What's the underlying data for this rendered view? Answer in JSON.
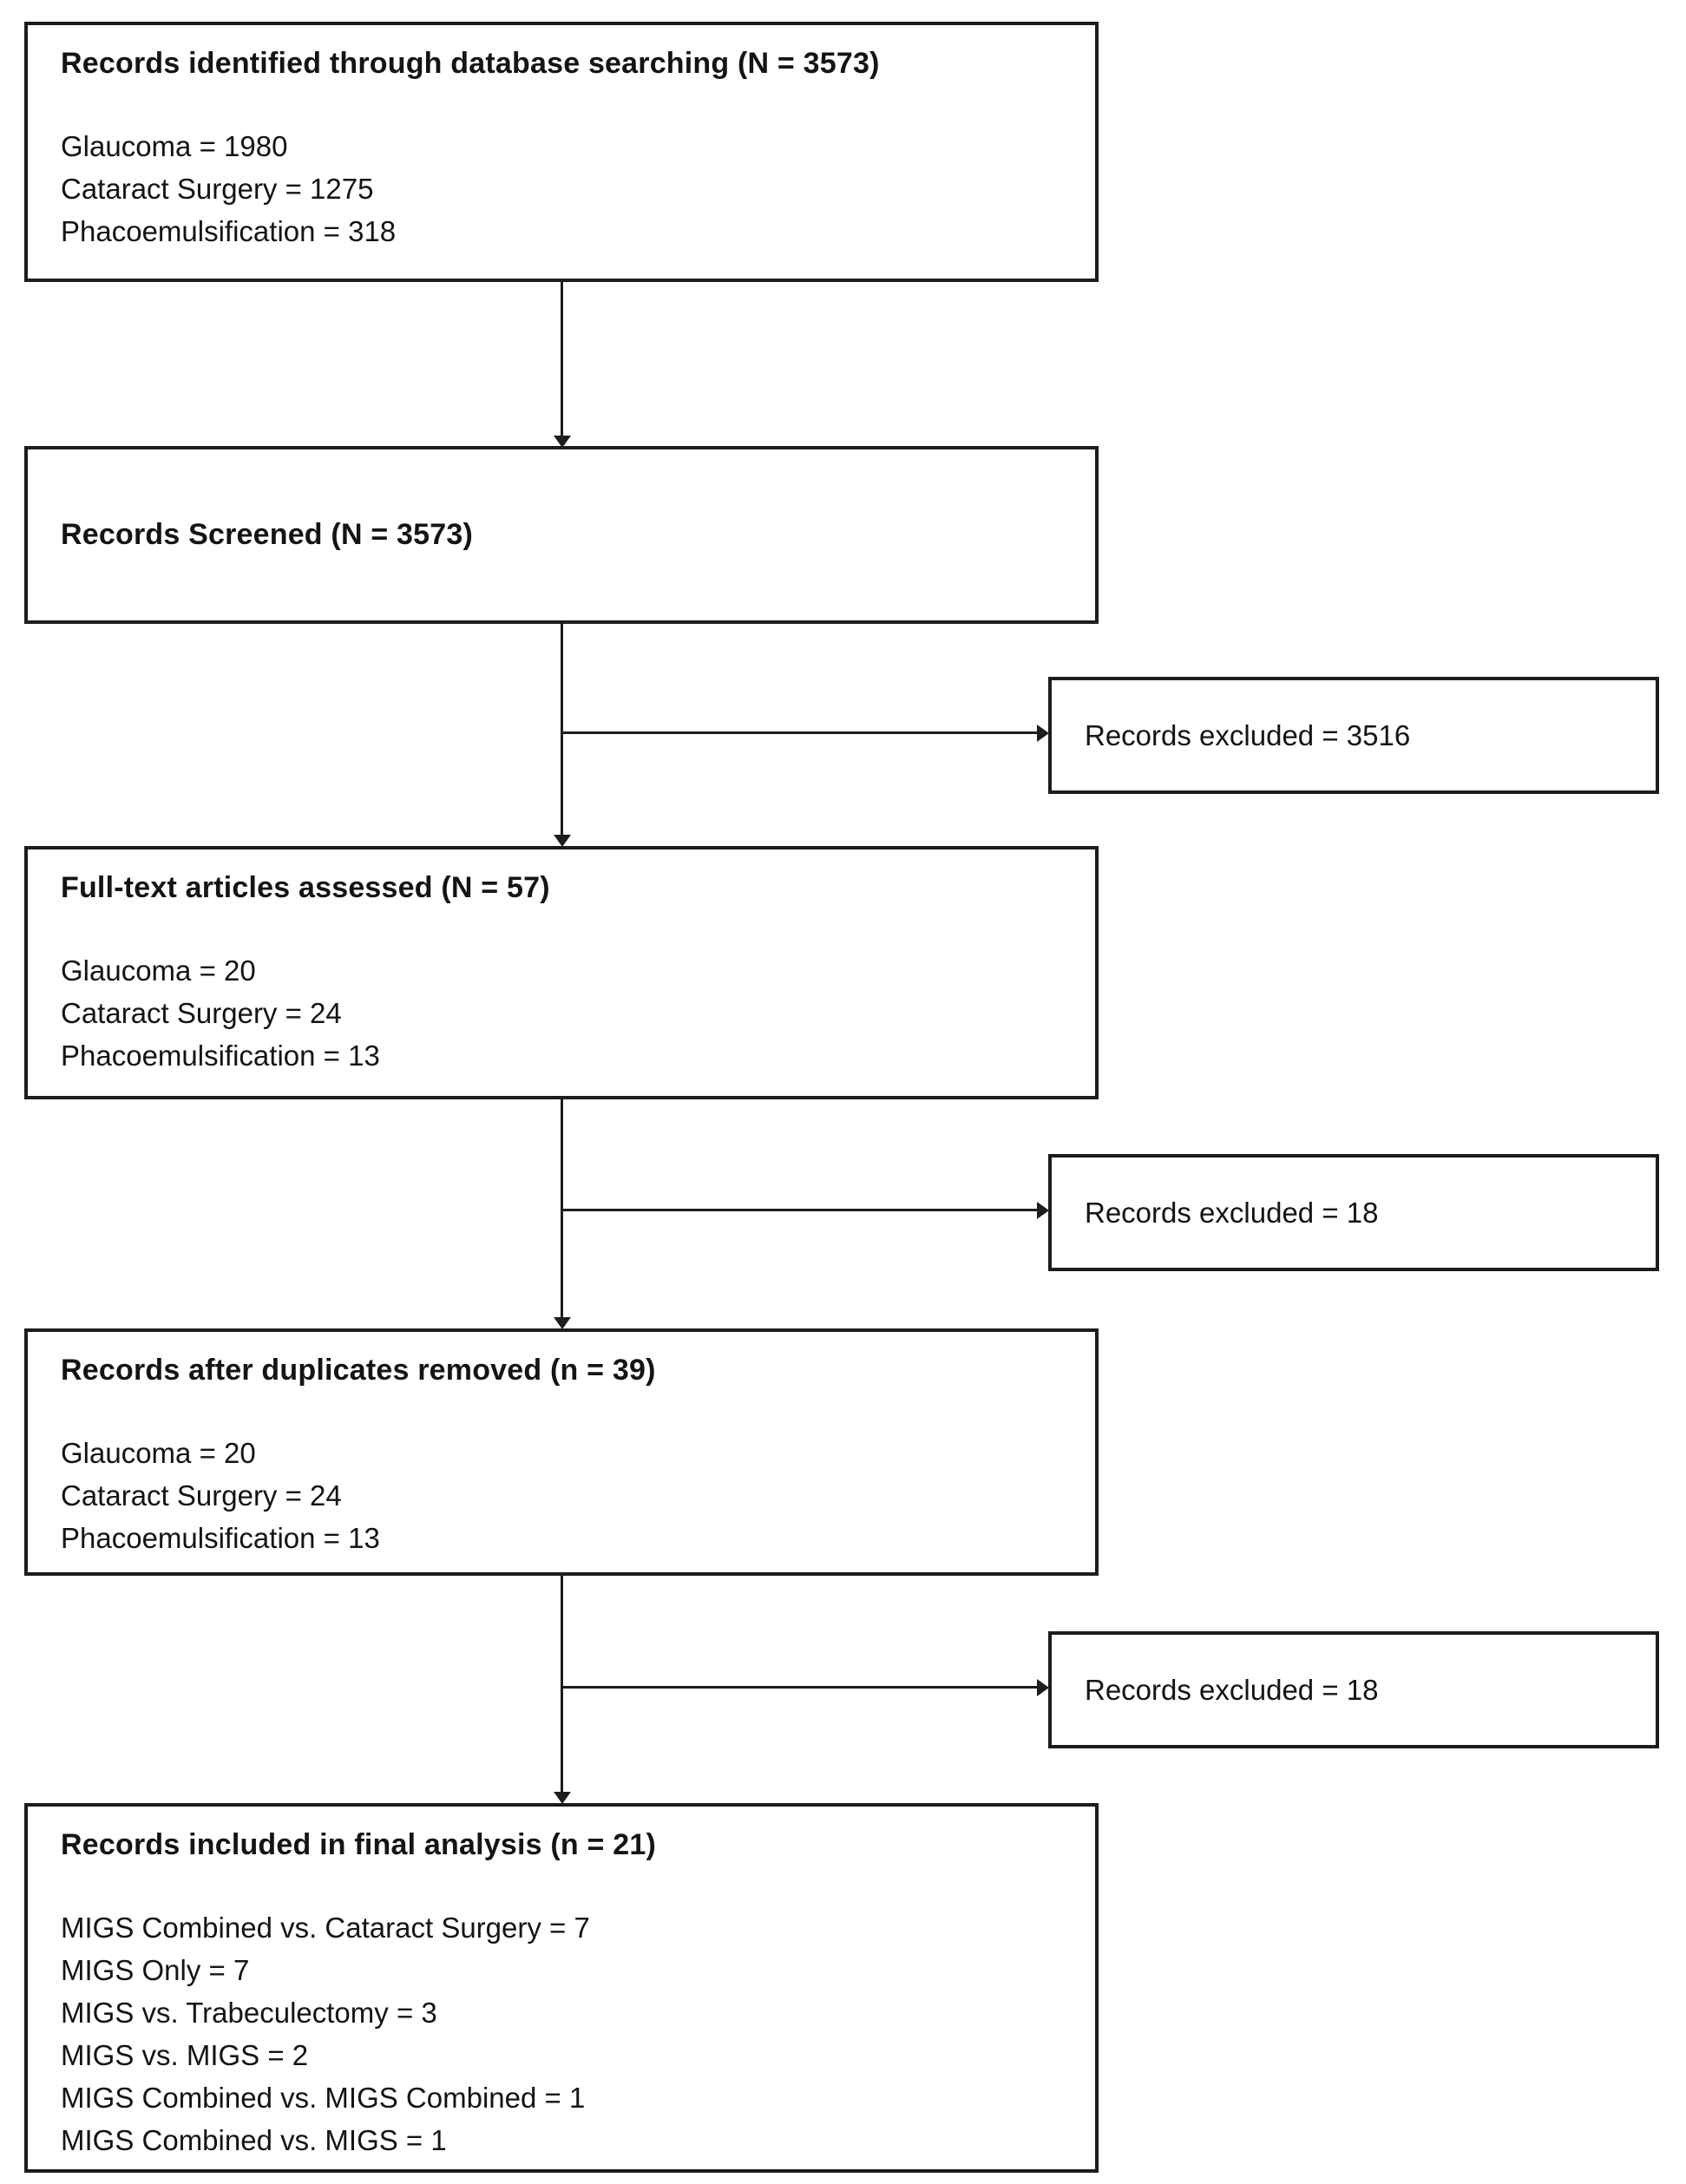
{
  "flow": {
    "identified": {
      "title": "Records identified through database searching (N = 3573)",
      "lines": [
        "Glaucoma = 1980",
        "Cataract Surgery = 1275",
        "Phacoemulsification = 318"
      ]
    },
    "screened": {
      "title": "Records Screened (N = 3573)"
    },
    "excluded_after_screening": {
      "label": "Records excluded = 3516"
    },
    "fulltext": {
      "title": "Full-text articles assessed (N = 57)",
      "lines": [
        "Glaucoma = 20",
        "Cataract Surgery = 24",
        "Phacoemulsification = 13"
      ]
    },
    "excluded_after_fulltext": {
      "label": "Records excluded = 18"
    },
    "duplicates_removed": {
      "title": "Records after duplicates removed (n = 39)",
      "lines": [
        "Glaucoma = 20",
        "Cataract Surgery = 24",
        "Phacoemulsification = 13"
      ]
    },
    "excluded_after_duplicates": {
      "label": "Records excluded = 18"
    },
    "final": {
      "title": "Records included in final analysis (n = 21)",
      "lines": [
        "MIGS Combined vs. Cataract Surgery = 7",
        "MIGS Only = 7",
        "MIGS vs. Trabeculectomy = 3",
        "MIGS vs. MIGS = 2",
        "MIGS Combined vs. MIGS Combined = 1",
        "MIGS Combined vs. MIGS = 1"
      ]
    },
    "colors": {
      "line": "#1d1d1d",
      "text": "#141414",
      "background": "#ffffff"
    }
  }
}
